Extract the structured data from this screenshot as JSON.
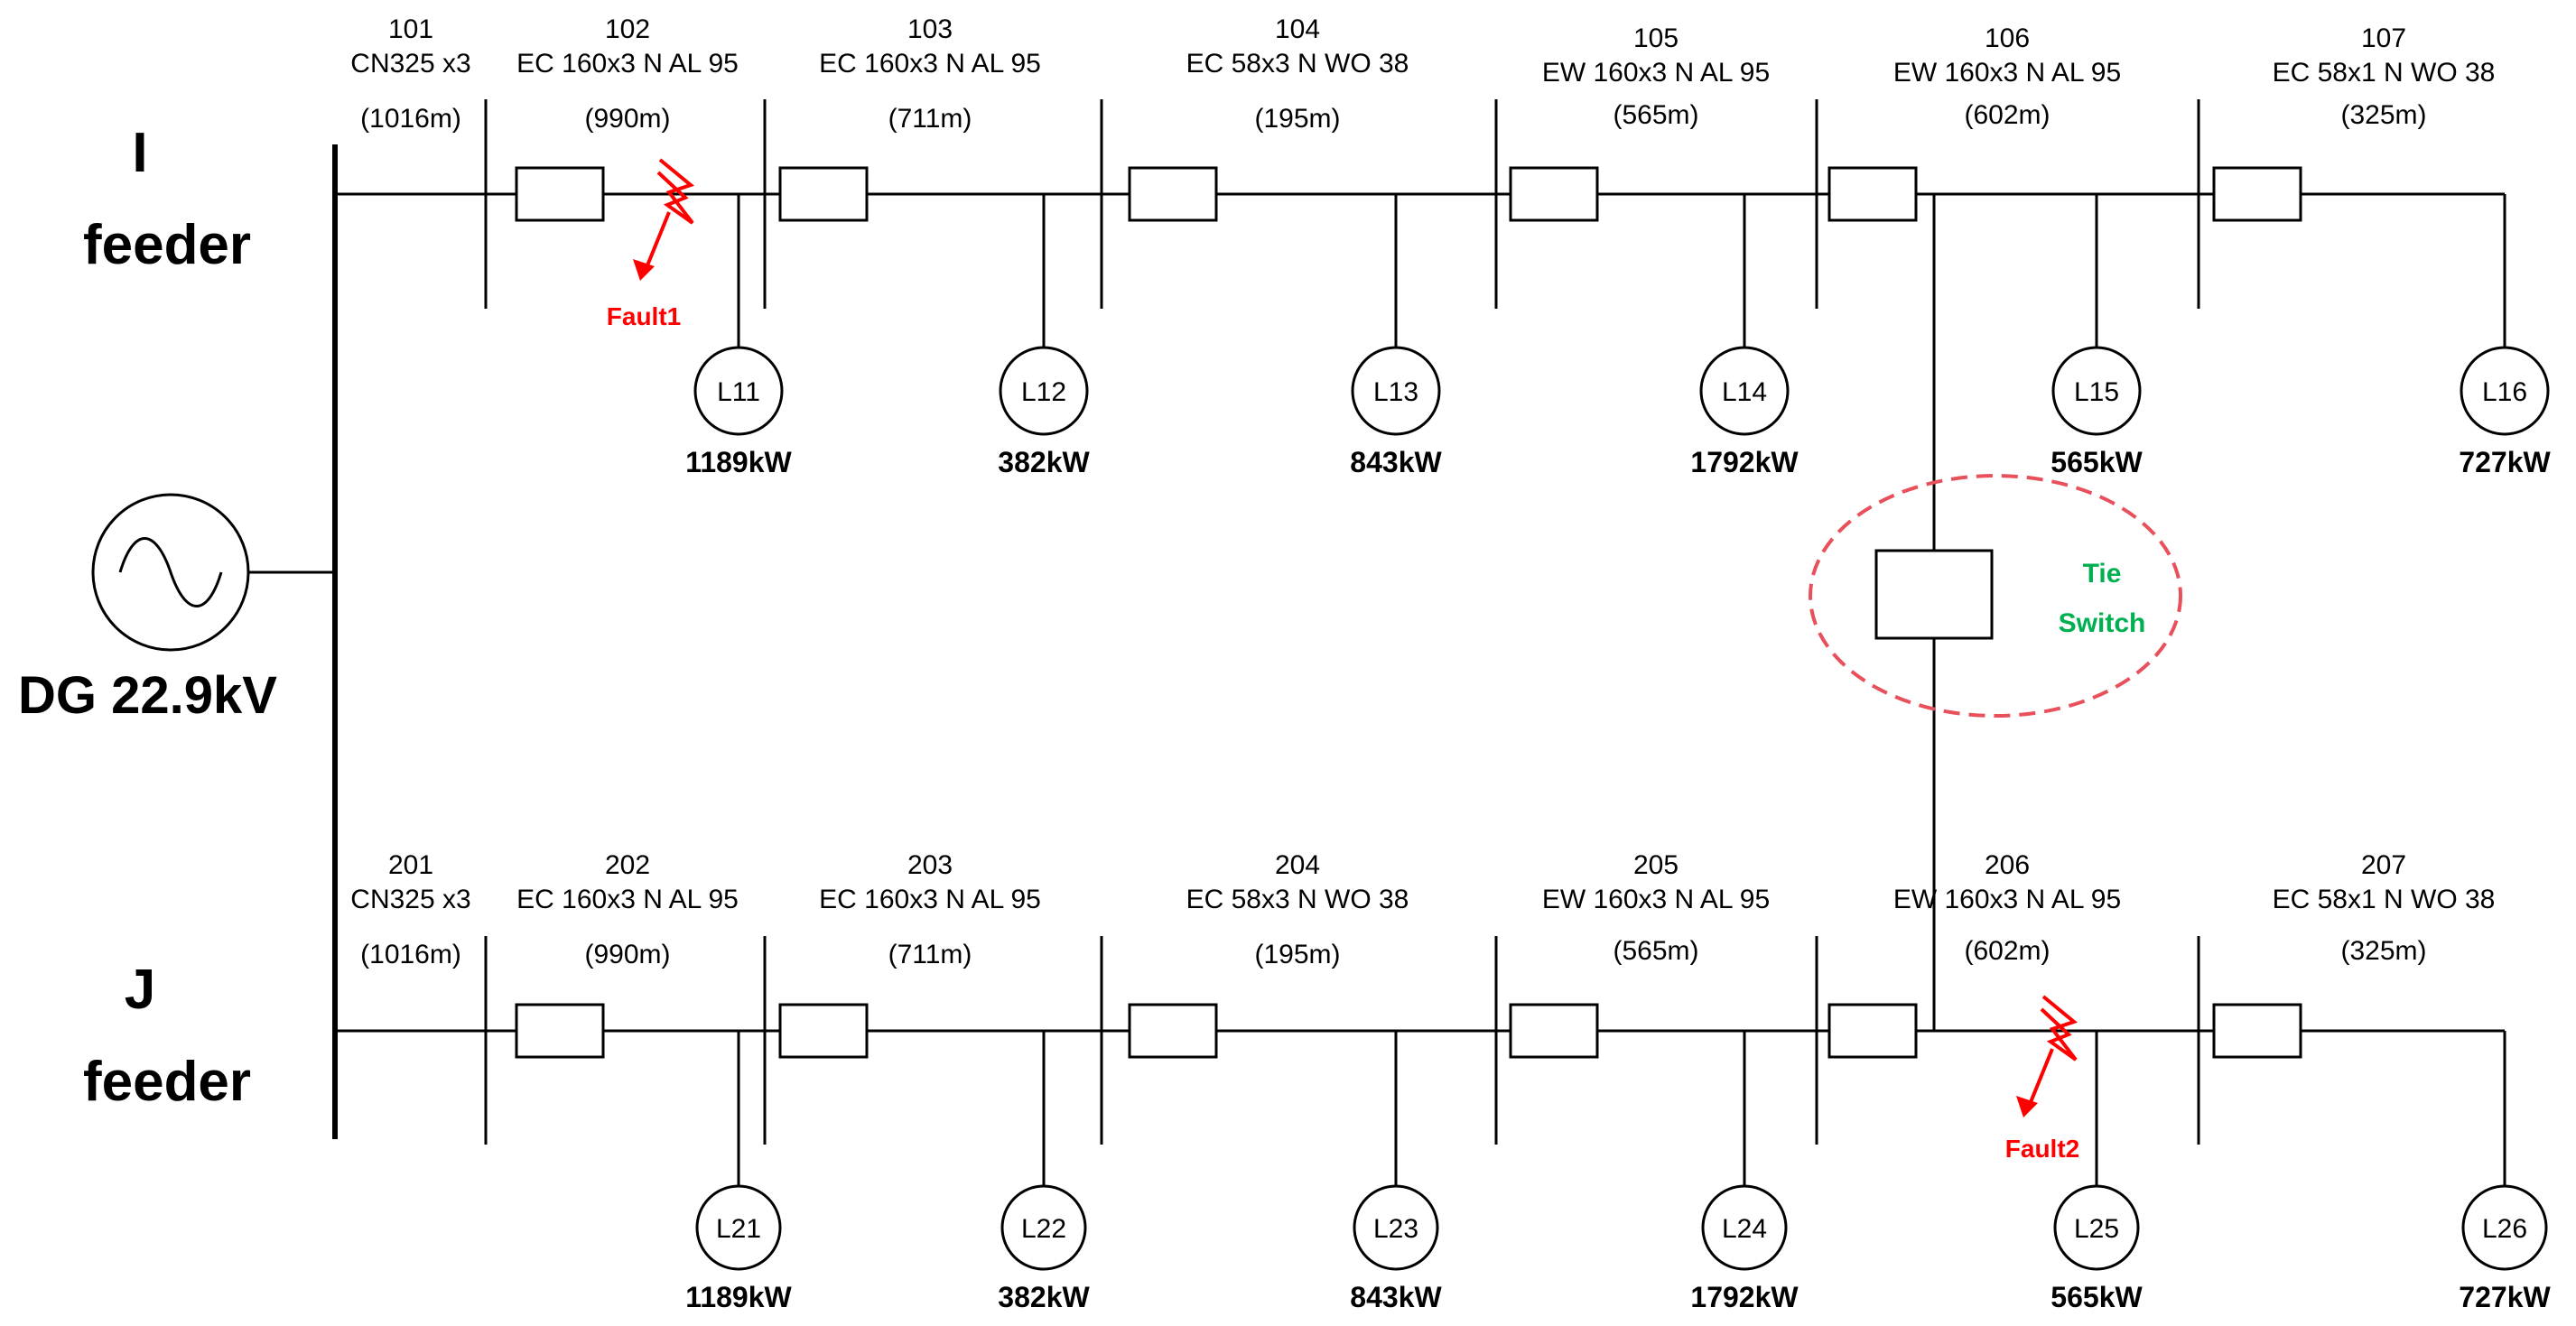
{
  "colors": {
    "line": "#000000",
    "fault": "#ff0000",
    "tie_text": "#00b050",
    "tie_outline": "#e8505b"
  },
  "generator": {
    "label": "DG 22.9kV",
    "icon": "ac-source-icon"
  },
  "feeders": [
    {
      "label_line1": "I",
      "label_line2": "feeder",
      "sections": [
        {
          "id": "101",
          "cable": "CN325 x3",
          "length": "(1016m)"
        },
        {
          "id": "102",
          "cable": "EC 160x3 N AL 95",
          "length": "(990m)"
        },
        {
          "id": "103",
          "cable": "EC 160x3 N AL 95",
          "length": "(711m)"
        },
        {
          "id": "104",
          "cable": "EC 58x3 N WO 38",
          "length": "(195m)"
        },
        {
          "id": "105",
          "cable": "EW 160x3 N AL 95",
          "length": "(565m)"
        },
        {
          "id": "106",
          "cable": "EW 160x3 N AL 95",
          "length": "(602m)"
        },
        {
          "id": "107",
          "cable": "EC 58x1 N WO 38",
          "length": "(325m)"
        }
      ],
      "loads": [
        {
          "name": "L11",
          "power": "1189kW"
        },
        {
          "name": "L12",
          "power": "382kW"
        },
        {
          "name": "L13",
          "power": "843kW"
        },
        {
          "name": "L14",
          "power": "1792kW"
        },
        {
          "name": "L15",
          "power": "565kW"
        },
        {
          "name": "L16",
          "power": "727kW"
        }
      ],
      "fault": {
        "label": "Fault1"
      }
    },
    {
      "label_line1": "J",
      "label_line2": "feeder",
      "sections": [
        {
          "id": "201",
          "cable": "CN325 x3",
          "length": "(1016m)"
        },
        {
          "id": "202",
          "cable": "EC 160x3 N AL 95",
          "length": "(990m)"
        },
        {
          "id": "203",
          "cable": "EC 160x3 N AL 95",
          "length": "(711m)"
        },
        {
          "id": "204",
          "cable": "EC 58x3 N WO 38",
          "length": "(195m)"
        },
        {
          "id": "205",
          "cable": "EW 160x3 N AL 95",
          "length": "(565m)"
        },
        {
          "id": "206",
          "cable": "EW 160x3 N AL 95",
          "length": "(602m)"
        },
        {
          "id": "207",
          "cable": "EC 58x1 N WO 38",
          "length": "(325m)"
        }
      ],
      "loads": [
        {
          "name": "L21",
          "power": "1189kW"
        },
        {
          "name": "L22",
          "power": "382kW"
        },
        {
          "name": "L23",
          "power": "843kW"
        },
        {
          "name": "L24",
          "power": "1792kW"
        },
        {
          "name": "L25",
          "power": "565kW"
        },
        {
          "name": "L26",
          "power": "727kW"
        }
      ],
      "fault": {
        "label": "Fault2"
      }
    }
  ],
  "tie_switch": {
    "label_line1": "Tie",
    "label_line2": "Switch"
  }
}
